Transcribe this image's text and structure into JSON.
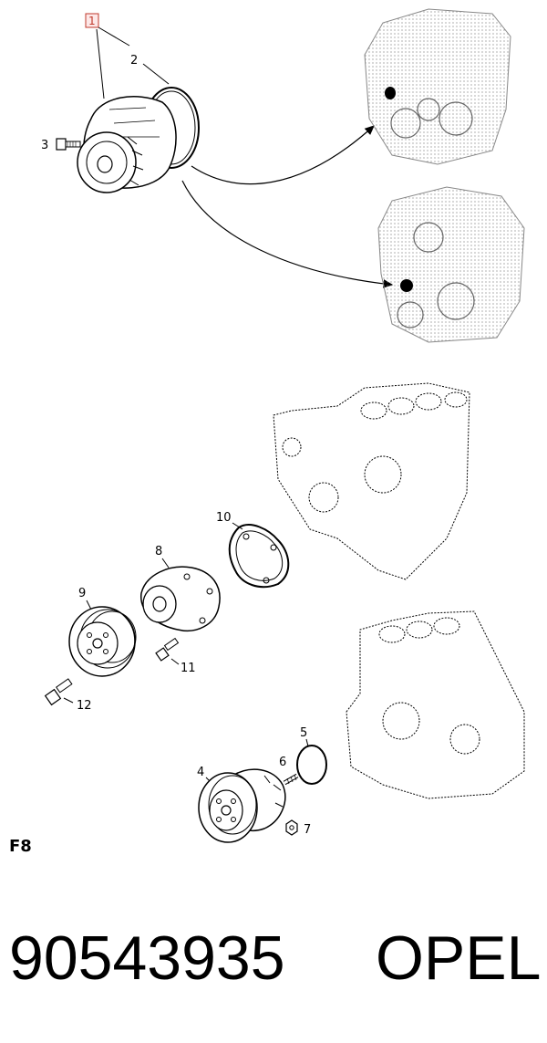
{
  "diagram": {
    "callouts": {
      "c1": "1",
      "c2": "2",
      "c3": "3",
      "c4": "4",
      "c5": "5",
      "c6": "6",
      "c7": "7",
      "c8": "8",
      "c9": "9",
      "c10": "10",
      "c11": "11",
      "c12": "12"
    },
    "section_code": "F8",
    "part_number": "90543935",
    "brand": "OPEL"
  }
}
